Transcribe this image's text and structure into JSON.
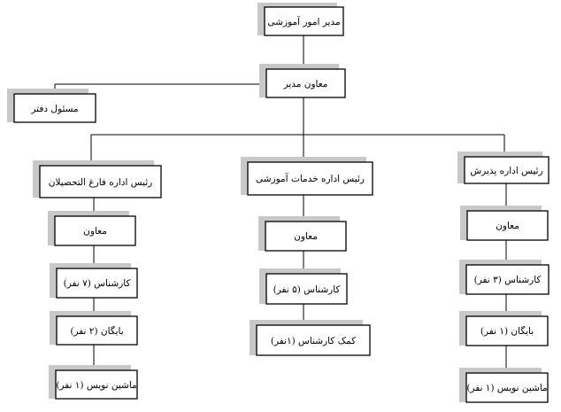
{
  "org_chart": {
    "director": "مدیر امور آموزشی",
    "deputy_director": "معاون مدیر",
    "office_manager": "مسئول دفتر",
    "departments": {
      "admissions": {
        "head": "رئیس اداره پذیرش",
        "deputy": "معاون",
        "experts": "کارشناس (۳ نفر)",
        "archivist": "بایگان (۱ نفر)",
        "typist": "ماشین نویس (۱ نفر)"
      },
      "educational_services": {
        "head": "رئیس اداره خدمات آموزشی",
        "deputy": "معاون",
        "experts": "کارشناس (۵ نفر)",
        "assistant_experts": "کمک کارشناس (۱نفر)"
      },
      "graduates": {
        "head": "رئیس اداره فارغ التحصیلان",
        "deputy": "معاون",
        "experts": "کارشناس (۷ نفر)",
        "archivist": "بایگان (۲ نفر)",
        "typist": "ماشین نویس (۱ نفر)"
      }
    }
  }
}
